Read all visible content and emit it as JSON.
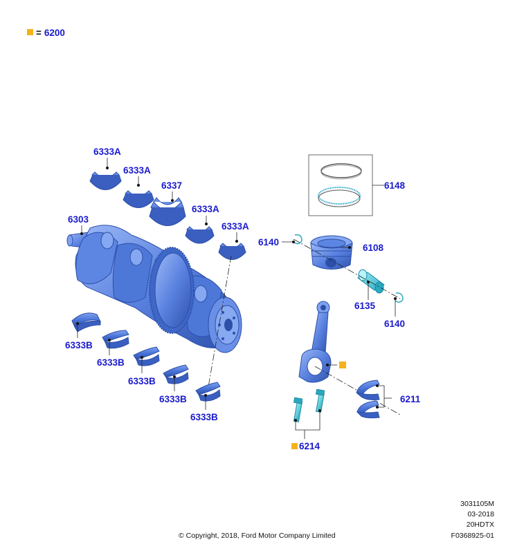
{
  "legend": {
    "equals": "=",
    "code": "6200",
    "marker_color": "#f5b31a"
  },
  "labels": {
    "l6333A_1": "6333A",
    "l6333A_2": "6333A",
    "l6333A_3": "6333A",
    "l6333A_4": "6333A",
    "l6337": "6337",
    "l6303": "6303",
    "l6333B_1": "6333B",
    "l6333B_2": "6333B",
    "l6333B_3": "6333B",
    "l6333B_4": "6333B",
    "l6333B_5": "6333B",
    "l6148": "6148",
    "l6140_1": "6140",
    "l6108": "6108",
    "l6135": "6135",
    "l6140_2": "6140",
    "l6211": "6211",
    "l6214": "6214"
  },
  "meta": {
    "code1": "3031105M",
    "date": "03-2018",
    "model": "20HDTX",
    "figure": "F0368925-01",
    "copyright": "© Copyright, 2018, Ford Motor Company Limited"
  },
  "colors": {
    "part_blue": "#4a74d8",
    "part_dark": "#2c4fa8",
    "label_blue": "#1a1acc",
    "accent_teal": "#3ec8d8"
  }
}
